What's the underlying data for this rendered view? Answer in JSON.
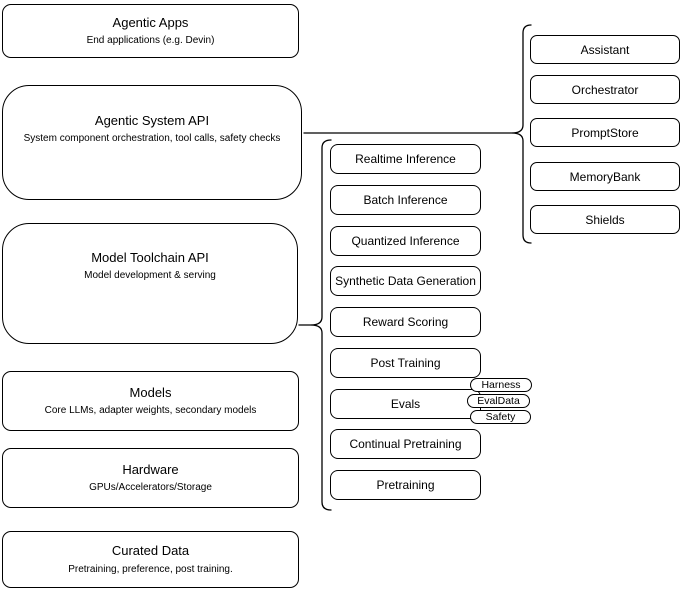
{
  "diagram": {
    "stack": [
      {
        "title": "Agentic Apps",
        "subtitle": "End applications (e.g. Devin)"
      },
      {
        "title": "Agentic System API",
        "subtitle": "System component orchestration, tool calls, safety checks"
      },
      {
        "title": "Model Toolchain API",
        "subtitle": "Model development & serving"
      },
      {
        "title": "Models",
        "subtitle": "Core LLMs, adapter weights, secondary models"
      },
      {
        "title": "Hardware",
        "subtitle": "GPUs/Accelerators/Storage"
      },
      {
        "title": "Curated Data",
        "subtitle": "Pretraining, preference, post training."
      }
    ],
    "toolchain_components": [
      "Realtime Inference",
      "Batch Inference",
      "Quantized Inference",
      "Synthetic Data Generation",
      "Reward Scoring",
      "Post Training",
      "Evals",
      "Continual Pretraining",
      "Pretraining"
    ],
    "eval_components": [
      "Harness",
      "EvalData",
      "Safety"
    ],
    "system_components": [
      "Assistant",
      "Orchestrator",
      "PromptStore",
      "MemoryBank",
      "Shields"
    ],
    "colors": {
      "stroke": "#000000",
      "background": "#ffffff",
      "text": "#000000"
    }
  }
}
